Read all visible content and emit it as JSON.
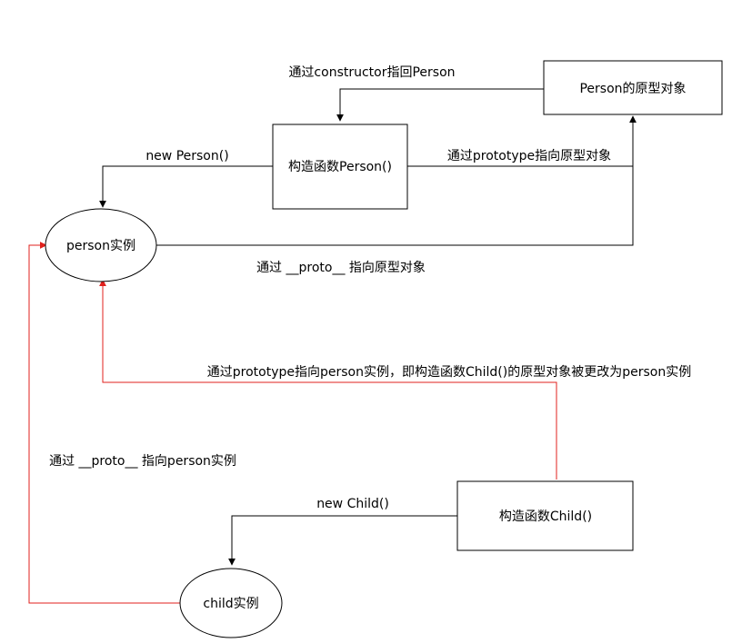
{
  "colors": {
    "line_default": "#000000",
    "line_highlight": "#e0201c",
    "background": "#ffffff"
  },
  "nodes": {
    "person_prototype": "Person的原型对象",
    "person_constructor": "构造函数Person()",
    "person_instance": "person实例",
    "child_constructor": "构造函数Child()",
    "child_instance": "child实例"
  },
  "edges": {
    "constructor_back": "通过constructor指回Person",
    "new_person": "new Person()",
    "prototype_to_proto": "通过prototype指向原型对象",
    "proto_to_proto": "通过 __proto__ 指向原型对象",
    "child_prototype_to_person": "通过prototype指向person实例，即构造函数Child()的原型对象被更改为person实例",
    "child_proto_to_person": "通过 __proto__ 指向person实例",
    "new_child": "new Child()"
  }
}
